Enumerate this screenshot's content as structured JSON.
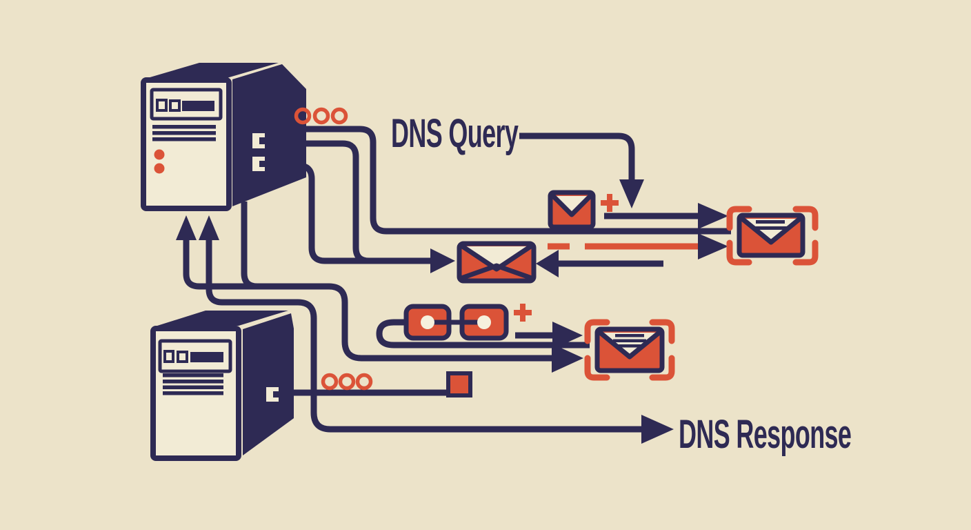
{
  "title": "DNS query and response flow diagram",
  "labels": {
    "query": "DNS Query",
    "response": "DNS Response"
  },
  "colors": {
    "background": "#ECE3C9",
    "navy": "#2E2A54",
    "orange": "#DB5338",
    "cream": "#F2EBD5"
  },
  "icons": [
    "server-tower-icon (top resolver server)",
    "server-tower-icon (bottom authoritative server)",
    "envelope-icon (query packet with plus)",
    "envelope-icon (middle exchanged packet)",
    "scanned-envelope-icon (inspected packet, corner brackets)",
    "scanned-envelope-icon (second inspected packet, corner brackets)",
    "chain-link-icons (two linked records)",
    "plus-icon (x2)",
    "minus-dash-icon",
    "status-ring-dots (x3 top, x3 bottom)",
    "orange-terminator-square",
    "arrow-icons (navy flow arrows)"
  ]
}
